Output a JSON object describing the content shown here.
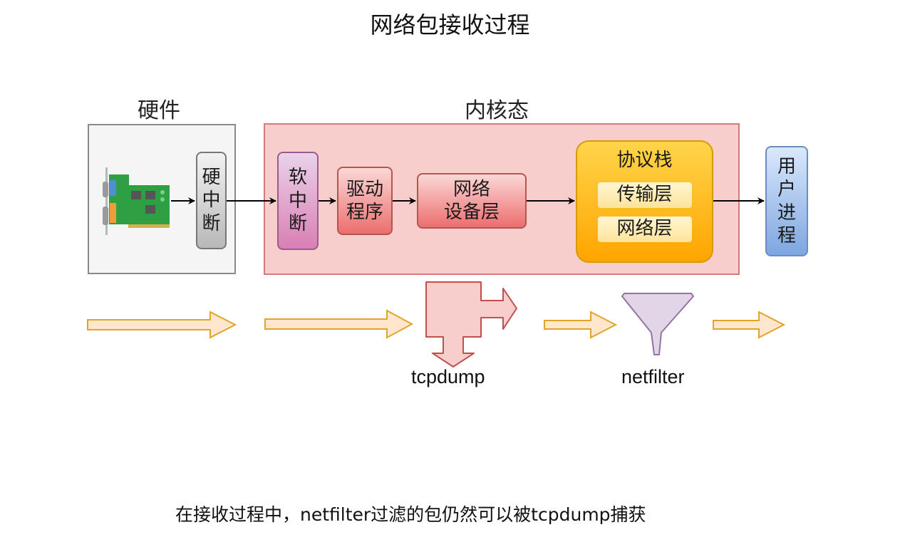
{
  "title": "网络包接收过程",
  "sections": {
    "hardware": "硬件",
    "kernel": "内核态"
  },
  "nodes": {
    "nic": "nic-card",
    "hard_irq": [
      "硬",
      "中",
      "断"
    ],
    "soft_irq": [
      "软",
      "中",
      "断"
    ],
    "driver": [
      "驱动",
      "程序"
    ],
    "net_device": [
      "网络",
      "设备层"
    ],
    "protocol_stack": {
      "title": "协议栈",
      "layers": [
        "传输层",
        "网络层"
      ]
    },
    "user_process": [
      "用",
      "户",
      "进",
      "程"
    ]
  },
  "flow_labels": {
    "tcpdump": "tcpdump",
    "netfilter": "netfilter"
  },
  "colors": {
    "kernel_fill": "#f8cecc",
    "kernel_border": "#d47a78",
    "hardware_fill": "#f5f5f5",
    "flow_arrow_fill": "#ffe6cc",
    "flow_arrow_stroke": "#e0a52a",
    "tcpdump_fill": "#f8cecc",
    "tcpdump_stroke": "#b85450",
    "filter_fill": "#e1d5e7",
    "filter_stroke": "#9673a6"
  },
  "caption": "在接收过程中，netfilter过滤的包仍然可以被tcpdump捕获"
}
